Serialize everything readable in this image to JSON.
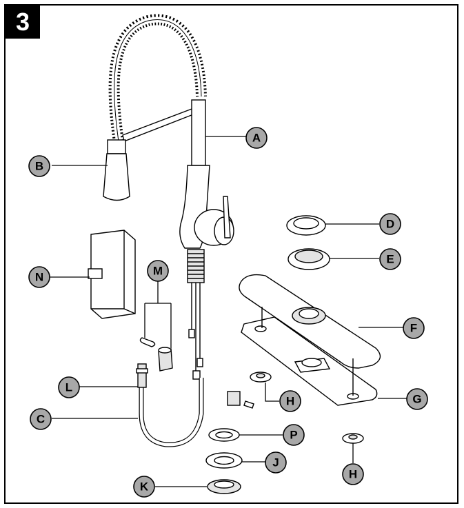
{
  "step": {
    "number": "3"
  },
  "callouts": [
    {
      "id": "A",
      "label": "A",
      "part": "faucet-body"
    },
    {
      "id": "B",
      "label": "B",
      "part": "spray-head"
    },
    {
      "id": "C",
      "label": "C",
      "part": "hose"
    },
    {
      "id": "D",
      "label": "D",
      "part": "trim-ring"
    },
    {
      "id": "E",
      "label": "E",
      "part": "gasket-ring"
    },
    {
      "id": "F",
      "label": "F",
      "part": "deck-plate"
    },
    {
      "id": "G",
      "label": "G",
      "part": "deck-plate-gasket"
    },
    {
      "id": "H1",
      "label": "H",
      "part": "mounting-nut"
    },
    {
      "id": "H2",
      "label": "H",
      "part": "mounting-nut"
    },
    {
      "id": "J",
      "label": "J",
      "part": "washer"
    },
    {
      "id": "K",
      "label": "K",
      "part": "mounting-nut-large"
    },
    {
      "id": "L",
      "label": "L",
      "part": "hose-connector"
    },
    {
      "id": "M",
      "label": "M",
      "part": "clip-and-weight"
    },
    {
      "id": "N",
      "label": "N",
      "part": "hose-weight"
    },
    {
      "id": "P",
      "label": "P",
      "part": "rubber-washer"
    }
  ]
}
